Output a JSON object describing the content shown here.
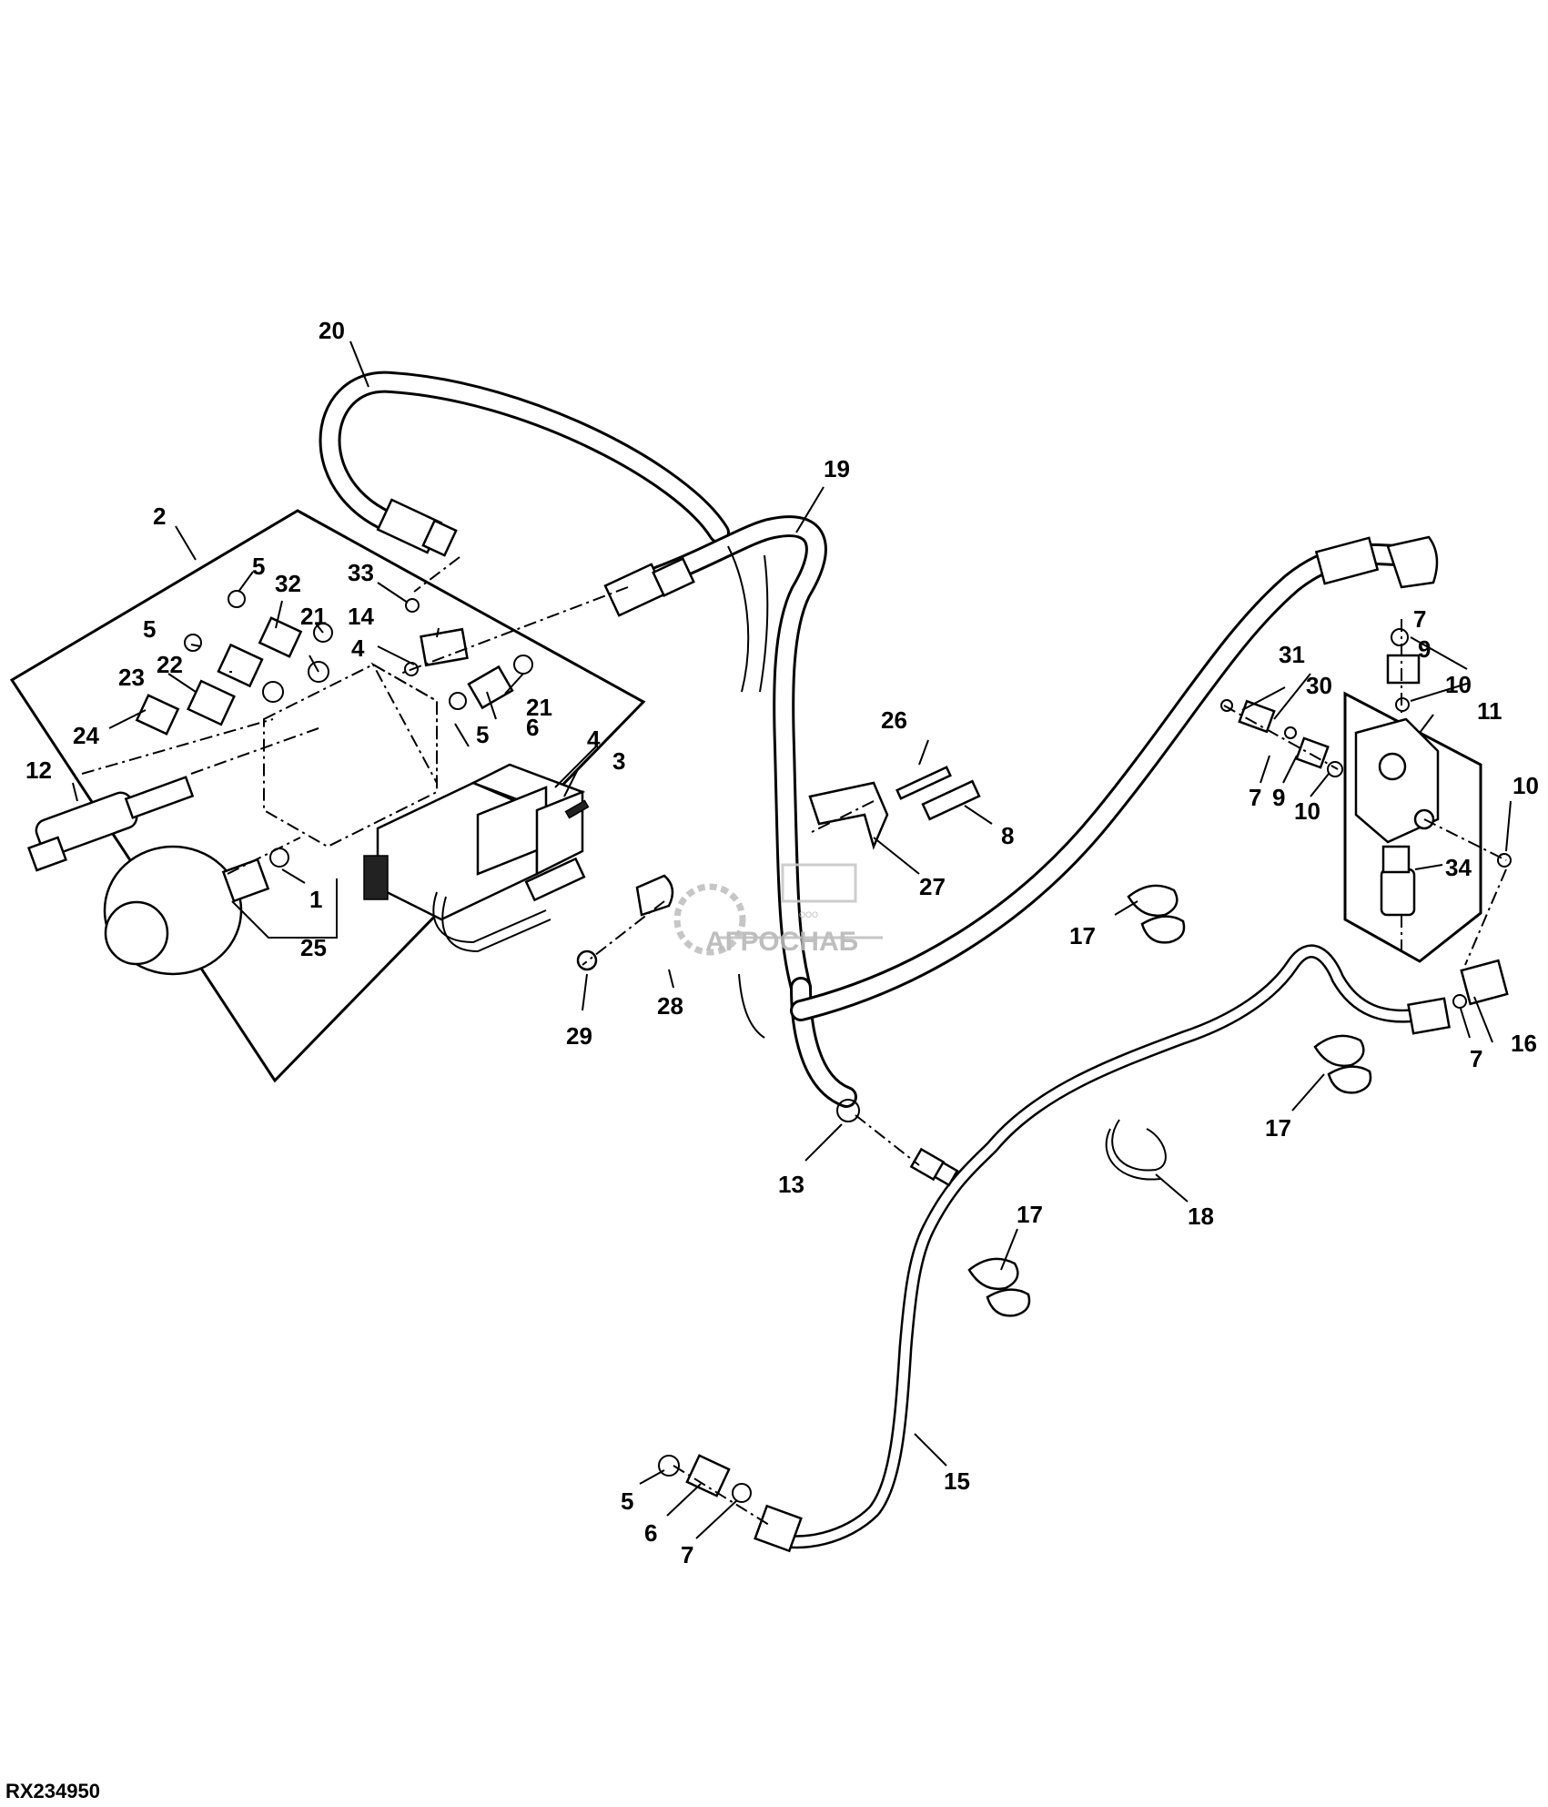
{
  "figure_id": "RX234950",
  "watermark": {
    "top": "ООО",
    "name": "АГРОСНАБ"
  },
  "callouts": [
    {
      "label": "20"
    },
    {
      "label": "19"
    },
    {
      "label": "2"
    },
    {
      "label": "5"
    },
    {
      "label": "32"
    },
    {
      "label": "33"
    },
    {
      "label": "5"
    },
    {
      "label": "21"
    },
    {
      "label": "14"
    },
    {
      "label": "22"
    },
    {
      "label": "4"
    },
    {
      "label": "23"
    },
    {
      "label": "24"
    },
    {
      "label": "21"
    },
    {
      "label": "5"
    },
    {
      "label": "6"
    },
    {
      "label": "4"
    },
    {
      "label": "3"
    },
    {
      "label": "12"
    },
    {
      "label": "1"
    },
    {
      "label": "25"
    },
    {
      "label": "26"
    },
    {
      "label": "8"
    },
    {
      "label": "27"
    },
    {
      "label": "28"
    },
    {
      "label": "29"
    },
    {
      "label": "13"
    },
    {
      "label": "7"
    },
    {
      "label": "9"
    },
    {
      "label": "31"
    },
    {
      "label": "30"
    },
    {
      "label": "10"
    },
    {
      "label": "11"
    },
    {
      "label": "7"
    },
    {
      "label": "9"
    },
    {
      "label": "10"
    },
    {
      "label": "10"
    },
    {
      "label": "34"
    },
    {
      "label": "17"
    },
    {
      "label": "16"
    },
    {
      "label": "7"
    },
    {
      "label": "17"
    },
    {
      "label": "18"
    },
    {
      "label": "17"
    },
    {
      "label": "15"
    },
    {
      "label": "5"
    },
    {
      "label": "6"
    },
    {
      "label": "7"
    }
  ]
}
